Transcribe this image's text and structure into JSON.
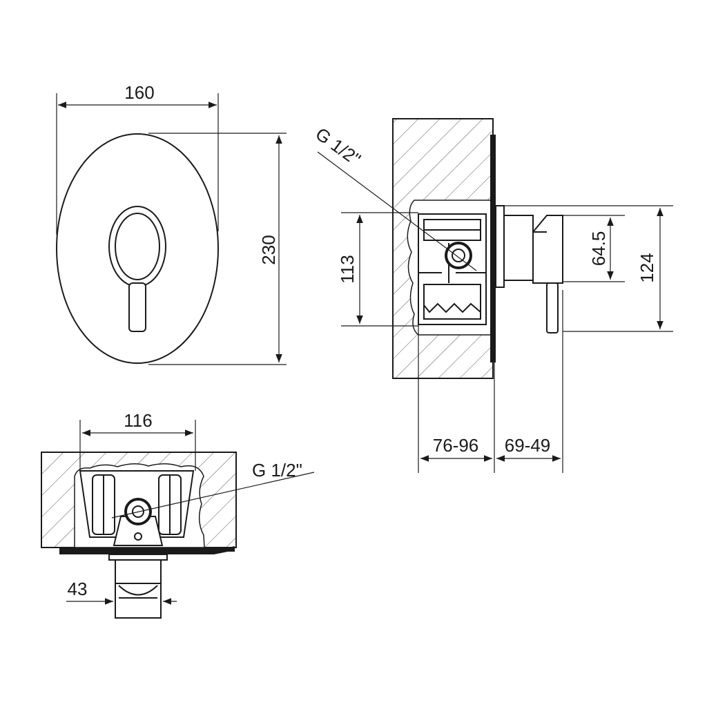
{
  "front_view": {
    "width_label": "160",
    "height_label": "230"
  },
  "side_view": {
    "thread_label": "G 1/2\"",
    "body_height_label": "113",
    "handle_offset_label": "64.5",
    "plate_height_label": "124",
    "depth_label": "76-96",
    "projection_label": "69-49"
  },
  "top_view": {
    "width_label": "116",
    "thread_label": "G 1/2\"",
    "stem_label": "43"
  }
}
